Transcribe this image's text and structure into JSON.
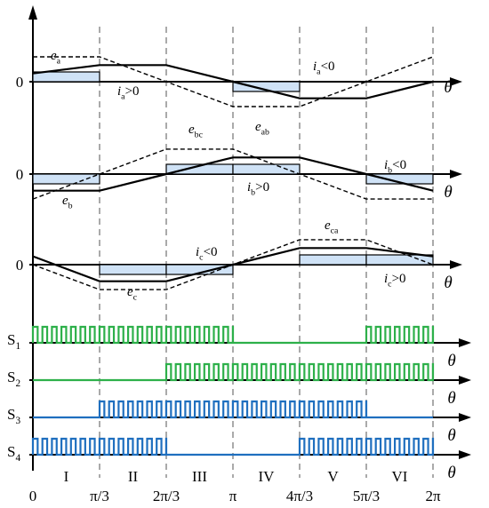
{
  "axis_origin_label": "0",
  "theta_label": "θ",
  "phase_labels": {
    "ea": {
      "main": "e",
      "sub": "a"
    },
    "eb": {
      "main": "e",
      "sub": "b"
    },
    "ec": {
      "main": "e",
      "sub": "c"
    },
    "eab": {
      "main": "e",
      "sub": "ab"
    },
    "ebc": {
      "main": "e",
      "sub": "bc"
    },
    "eca": {
      "main": "e",
      "sub": "ca"
    },
    "ia_pos": {
      "main": "i",
      "sub": "a",
      "tail": ">0"
    },
    "ia_neg": {
      "main": "i",
      "sub": "a",
      "tail": "<0"
    },
    "ib_pos": {
      "main": "i",
      "sub": "b",
      "tail": ">0"
    },
    "ib_neg": {
      "main": "i",
      "sub": "b",
      "tail": "<0"
    },
    "ic_pos": {
      "main": "i",
      "sub": "c",
      "tail": ">0"
    },
    "ic_neg": {
      "main": "i",
      "sub": "c",
      "tail": "<0"
    }
  },
  "switch_labels": [
    {
      "main": "S",
      "sub": "1"
    },
    {
      "main": "S",
      "sub": "2"
    },
    {
      "main": "S",
      "sub": "3"
    },
    {
      "main": "S",
      "sub": "4"
    }
  ],
  "region_labels": [
    "I",
    "II",
    "III",
    "IV",
    "V",
    "VI"
  ],
  "x_tick_labels": [
    "0",
    "π/3",
    "2π/3",
    "π",
    "4π/3",
    "5π/3",
    "2π"
  ],
  "phase_levels": {
    "sector_boundaries": [
      0,
      1,
      2,
      3,
      4,
      5,
      6
    ],
    "ea": [
      0.5,
      1,
      1,
      0,
      -1,
      -1,
      0
    ],
    "eab": [
      1.5,
      1.5,
      0,
      -1.5,
      -1.5,
      0,
      1.5
    ],
    "ia": [
      1,
      1,
      0,
      -1,
      -1,
      0,
      1
    ],
    "eb": [
      -1,
      -1,
      0,
      1,
      1,
      0,
      -1
    ],
    "ebc": [
      -1.5,
      0,
      1.5,
      1.5,
      0,
      -1.5,
      -1.5
    ],
    "ib": [
      -1,
      -1,
      1,
      1,
      1,
      -1,
      -1
    ],
    "ec": [
      0.5,
      -1,
      -1,
      0,
      1,
      1,
      0.5
    ],
    "eca": [
      0,
      -1.5,
      -1.5,
      0,
      1.5,
      1.5,
      0
    ],
    "ic": [
      1,
      -1,
      -1,
      -1,
      1,
      1,
      1
    ]
  },
  "switch_states": {
    "S1": [
      1,
      1,
      1,
      0,
      0,
      1
    ],
    "S2": [
      0,
      0,
      1,
      1,
      1,
      1
    ],
    "S3": [
      0,
      1,
      1,
      1,
      1,
      0
    ],
    "S4": [
      1,
      1,
      0,
      0,
      1,
      1
    ]
  },
  "colors": {
    "switch_s1_s2": "#2db04a",
    "switch_s3_s4": "#1f6fbf",
    "current_band_fill": "#cfe2f6",
    "axis": "#000000"
  }
}
